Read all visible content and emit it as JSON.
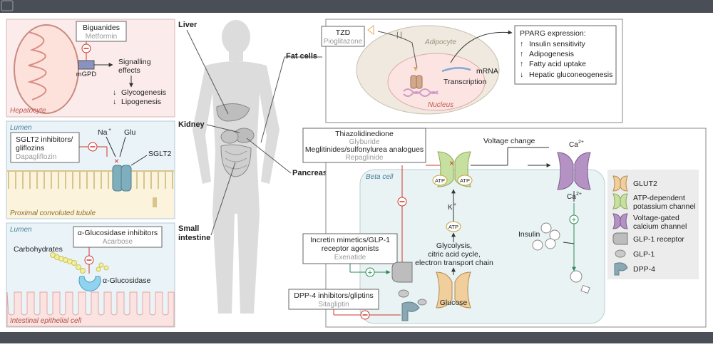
{
  "liver_panel": {
    "drug_class": "Biguanides",
    "drug": "Metformin",
    "enzyme": "mGPD",
    "effect": "Signalling effects",
    "outcomes": [
      "Glycogenesis",
      "Lipogenesis"
    ],
    "cell": "Hepatocyte"
  },
  "kidney_panel": {
    "lumen": "Lumen",
    "drug_class_line1": "SGLT2 inhibitors/",
    "drug_class_line2": "gliflozins",
    "drug": "Dapagliflozin",
    "na": "Na",
    "glu": "Glu",
    "transporter": "SGLT2",
    "tubule": "Proximal convoluted tubule"
  },
  "intestine_panel": {
    "lumen": "Lumen",
    "drug_class": "α-Glucosidase inhibitors",
    "drug": "Acarbose",
    "substrate": "Carbohydrates",
    "enzyme": "α-Glucosidase",
    "cell": "Intestinal epithelial cell"
  },
  "organ_labels": {
    "liver": "Liver",
    "kidney": "Kidney",
    "small_intestine_line1": "Small",
    "small_intestine_line2": "intestine",
    "fat_cells": "Fat cells",
    "pancreas": "Pancreas"
  },
  "adipocyte_panel": {
    "drug_class": "TZD",
    "drug": "Pioglitazone",
    "cell": "Adipocyte",
    "nucleus": "Nucleus",
    "mrna": "mRNA",
    "transcription": "Transcription",
    "pparg_title": "PPARG expression:",
    "pparg_items": [
      "Insulin sensitivity",
      "Adipogenesis",
      "Fatty acid uptake",
      "Hepatic gluconeogenesis"
    ],
    "pparg_arrows": [
      "↑",
      "↑",
      "↑",
      "↓"
    ]
  },
  "pancreas_panel": {
    "tzd": "Thiazolidinedione",
    "tzd_drug": "Glyburide",
    "meglitinides": "Meglitinides/sulfonylurea analogues",
    "meglitinides_drug": "Repaglinide",
    "voltage": "Voltage change",
    "beta_cell": "Beta cell",
    "atp": "ATP",
    "k": "K",
    "ca": "Ca",
    "ca_sup": "2+",
    "glycolysis_lines": [
      "Glycolysis,",
      "citric acid cycle,",
      "electron transport chain"
    ],
    "glucose": "Glucose",
    "insulin": "Insulin",
    "incretin_line1": "Incretin mimetics/GLP-1",
    "incretin_line2": "receptor agonists",
    "incretin_drug": "Exenatide",
    "dpp4_class": "DPP-4 inhibitors/gliptins",
    "dpp4_drug": "Sitagliptin"
  },
  "legend": {
    "items": [
      {
        "label": "GLUT2",
        "icon": "glut2-icon"
      },
      {
        "label": "ATP-dependent potassium channel",
        "lines": [
          "ATP-dependent",
          "potassium channel"
        ],
        "icon": "katp-channel-icon"
      },
      {
        "label": "Voltage-gated calcium channel",
        "lines": [
          "Voltage-gated",
          "calcium channel"
        ],
        "icon": "cav-channel-icon"
      },
      {
        "label": "GLP-1 receptor",
        "icon": "glp1-receptor-icon"
      },
      {
        "label": "GLP-1",
        "icon": "glp1-icon"
      },
      {
        "label": "DPP-4",
        "icon": "dpp4-icon"
      }
    ]
  },
  "colors": {
    "hepatocyte_bg": "#fbeceb",
    "kidney_bg": "#eaf4f8",
    "intestine_bg": "#eaf4f8",
    "adipocyte_bg": "#efe9df",
    "beta_cell_bg": "#e9f3f4",
    "inhibit_red": "#d0342c",
    "stimulate_green": "#2e8b57",
    "drug_gray": "#9a9a9a",
    "glut2": "#f0cf9d",
    "katp": "#c7df9f",
    "cav": "#b592c4",
    "dpp4": "#8aa8b4"
  }
}
